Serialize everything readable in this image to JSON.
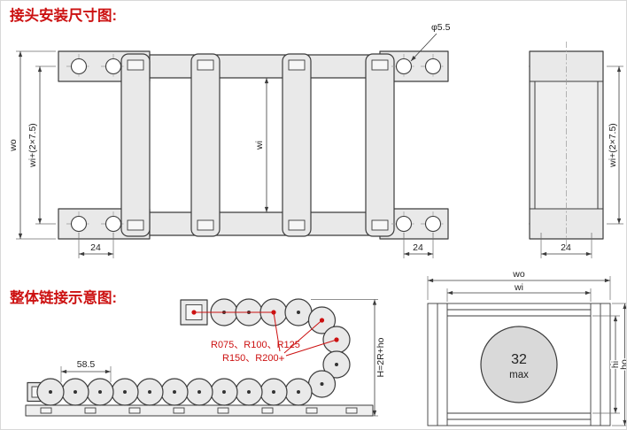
{
  "titles": {
    "installation": "接头安装尺寸图:",
    "overall": "整体链接示意图:"
  },
  "plan_view": {
    "hole_diameter": "φ5.5",
    "outer_width": "wo",
    "mount_width": "wi+(2×7.5)",
    "inner_width": "wi",
    "hole_pitch_left": "24",
    "hole_pitch_right": "24"
  },
  "end_view": {
    "mount_width": "wi+(2×7.5)",
    "hole_pitch": "24"
  },
  "bend_view": {
    "radii_line1": "R075、R100、R125",
    "radii_line2": "R150、R200",
    "plus_mark": "+",
    "pitch": "58.5",
    "height_formula": "H=2R+ho"
  },
  "section_view": {
    "outer_width": "wo",
    "inner_width": "wi",
    "bore_value": "32",
    "bore_unit": "max",
    "inner_height": "hi",
    "outer_height": "ho"
  },
  "colors": {
    "accent": "#cc1111",
    "line": "#3c3c3c",
    "fill": "#e9e9e9"
  }
}
